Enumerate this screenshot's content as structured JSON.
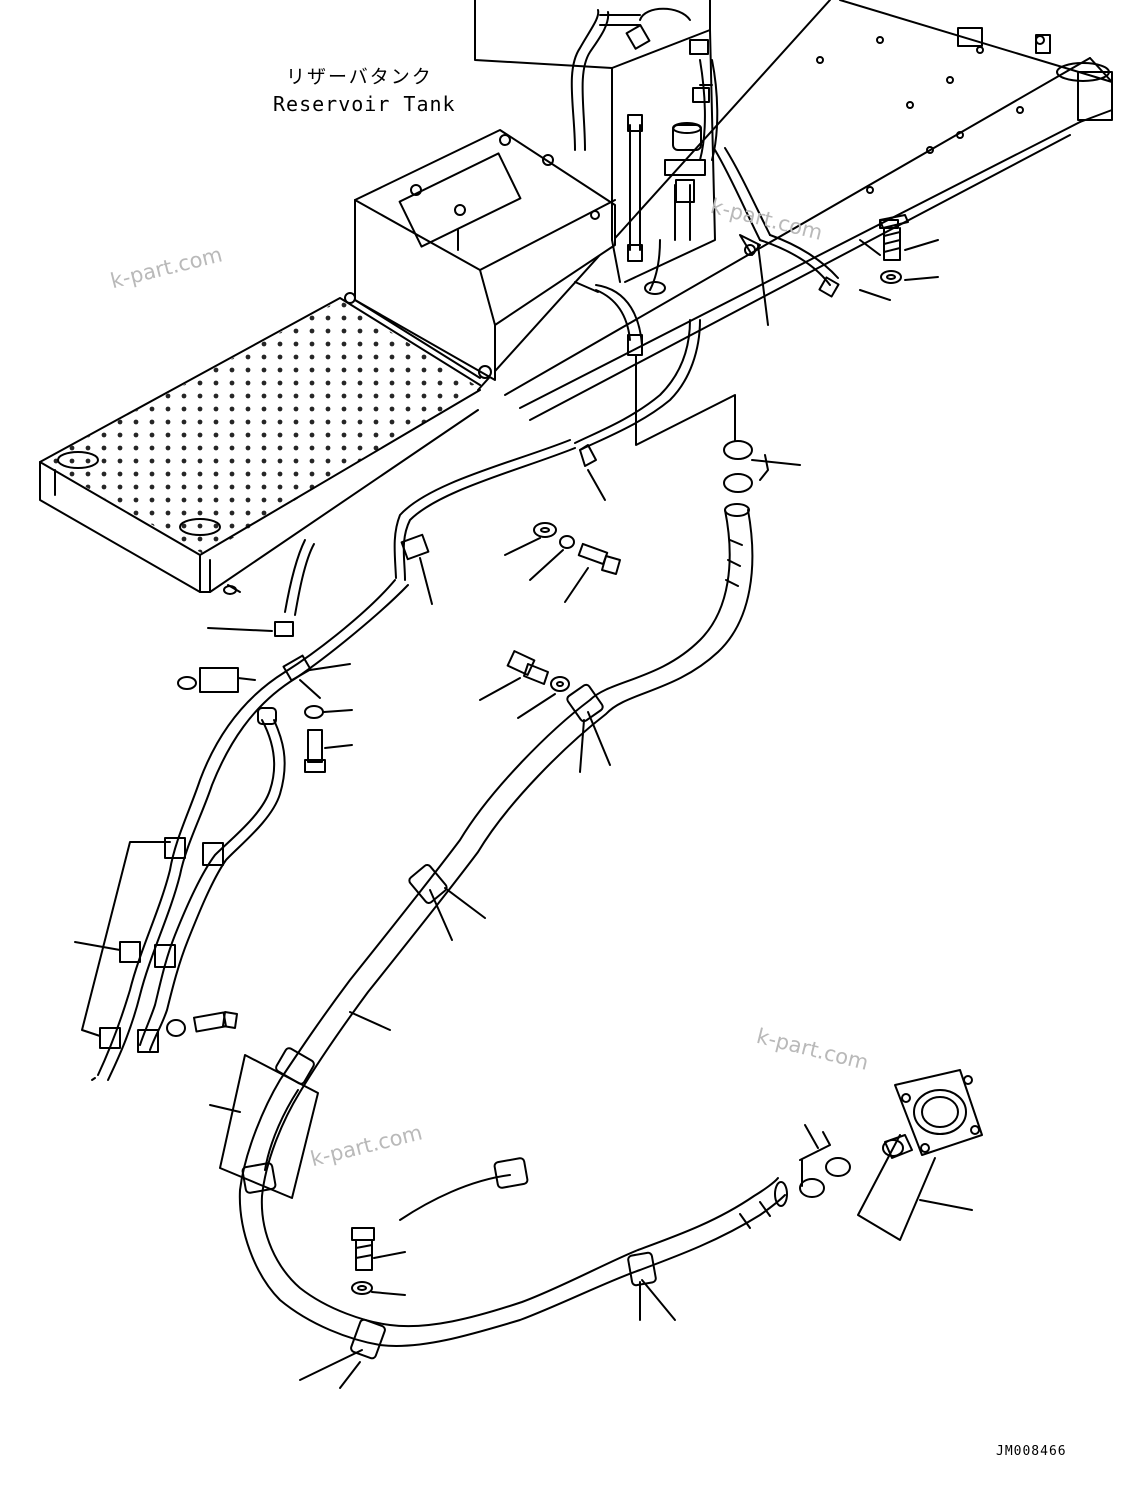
{
  "labels": {
    "tank_jp": "リザーバタンク",
    "tank_en": "Reservoir Tank",
    "drawing_number": "JM008466"
  },
  "watermarks": [
    "k-part.com",
    "k-part.com",
    "k-part.com",
    "k-part.com"
  ],
  "colors": {
    "line": "#000000",
    "watermark": "#b9b9b9",
    "background": "#ffffff"
  }
}
